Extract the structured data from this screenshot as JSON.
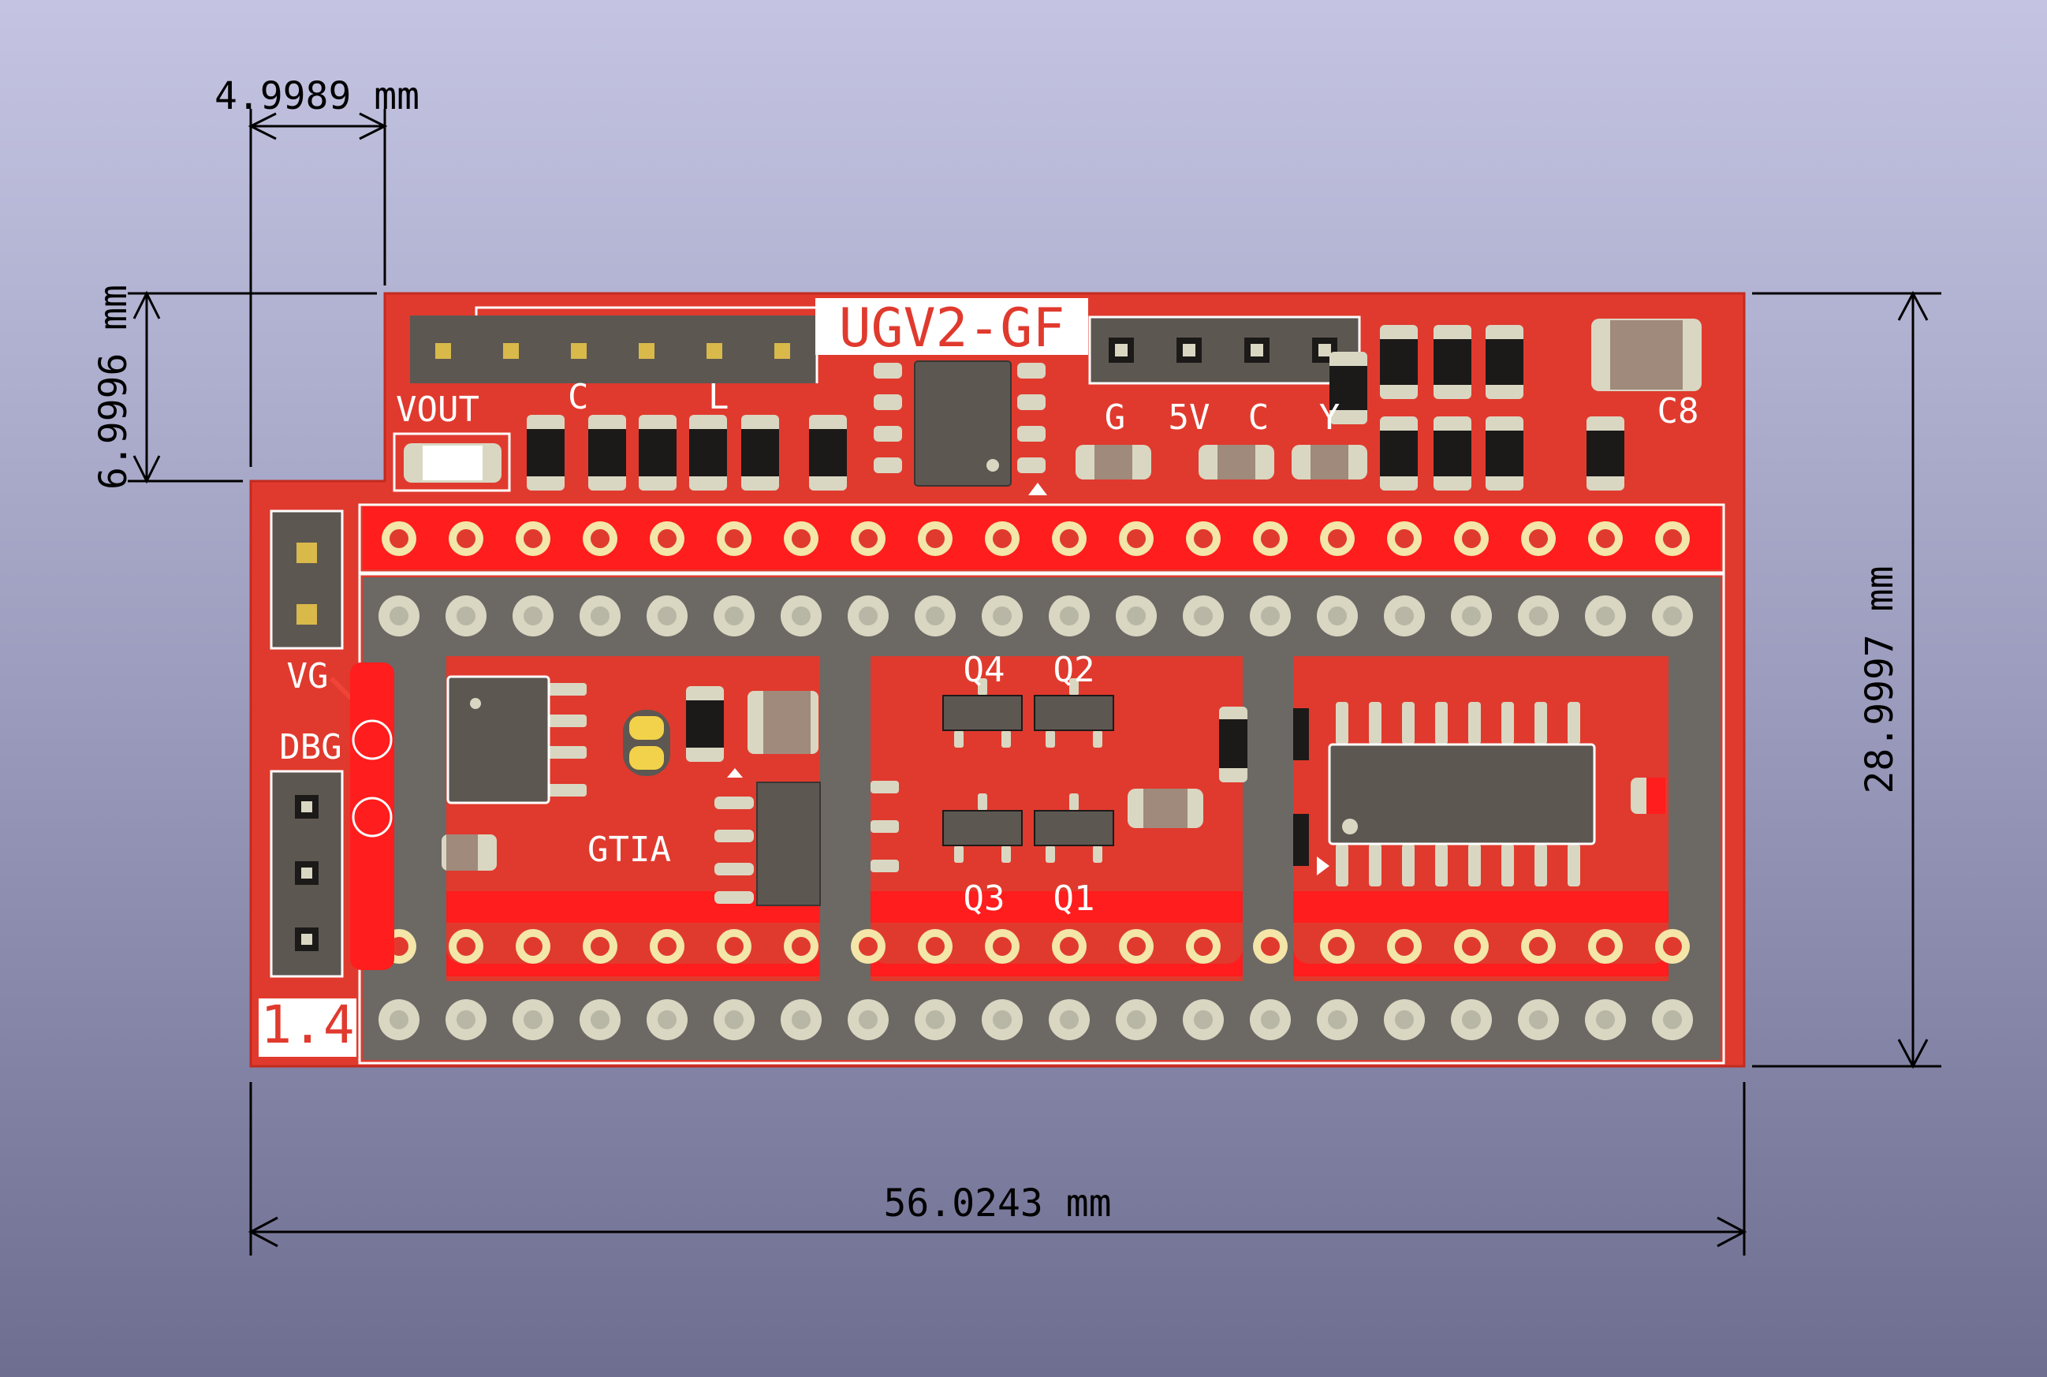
{
  "board": {
    "title": "UGV2-GF",
    "version": "1.4",
    "colors": {
      "substrate": "#e03a2e",
      "copper": "#ff1d1d",
      "package": "#5d5752",
      "socket": "#6c6864",
      "pad": "#d9d7c2",
      "ring": "#f3e6a8",
      "silkscreen": "#ffffff"
    }
  },
  "labels": {
    "vout": "VOUT",
    "c_top": "C",
    "l_top": "L",
    "g": "G",
    "v5": "5V",
    "c_conn": "C",
    "y": "Y",
    "c8": "C8",
    "vg": "VG",
    "dbg": "DBG",
    "gtia": "GTIA",
    "q4": "Q4",
    "q2": "Q2",
    "q3": "Q3",
    "q1": "Q1"
  },
  "dimensions": {
    "width": "56.0243 mm",
    "height": "28.9997 mm",
    "notch_width": "4.9989 mm",
    "notch_height": "6.9996 mm"
  }
}
